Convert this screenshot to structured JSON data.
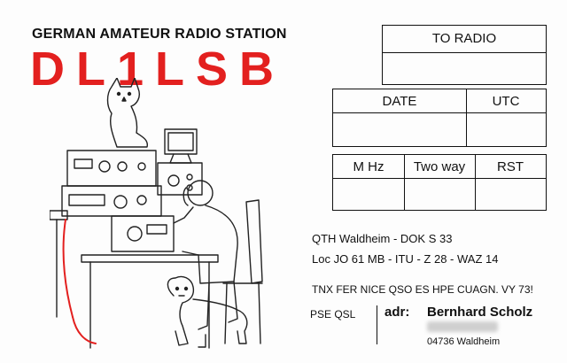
{
  "card": {
    "heading": "GERMAN AMATEUR RADIO STATION",
    "callsign": "DL1LSB",
    "accent_color": "#e3201f"
  },
  "log_form": {
    "to_radio": "TO RADIO",
    "date": "DATE",
    "utc": "UTC",
    "mhz": "M Hz",
    "two_way": "Two way",
    "rst": "RST"
  },
  "station": {
    "qth_line": "QTH Waldheim  -  DOK S 33",
    "loc_line": "Loc JO 61 MB  -  ITU - Z 28  -  WAZ 14",
    "thanks_line": "TNX FER NICE QSO ES HPE CUAGN. VY 73!",
    "pse_qsl": "PSE QSL",
    "adr_label": "adr:",
    "operator_name": "Bernhard Scholz",
    "city": "04736 Waldheim"
  },
  "illustration": {
    "subjects": [
      "cat",
      "radio-operator",
      "dog"
    ]
  }
}
